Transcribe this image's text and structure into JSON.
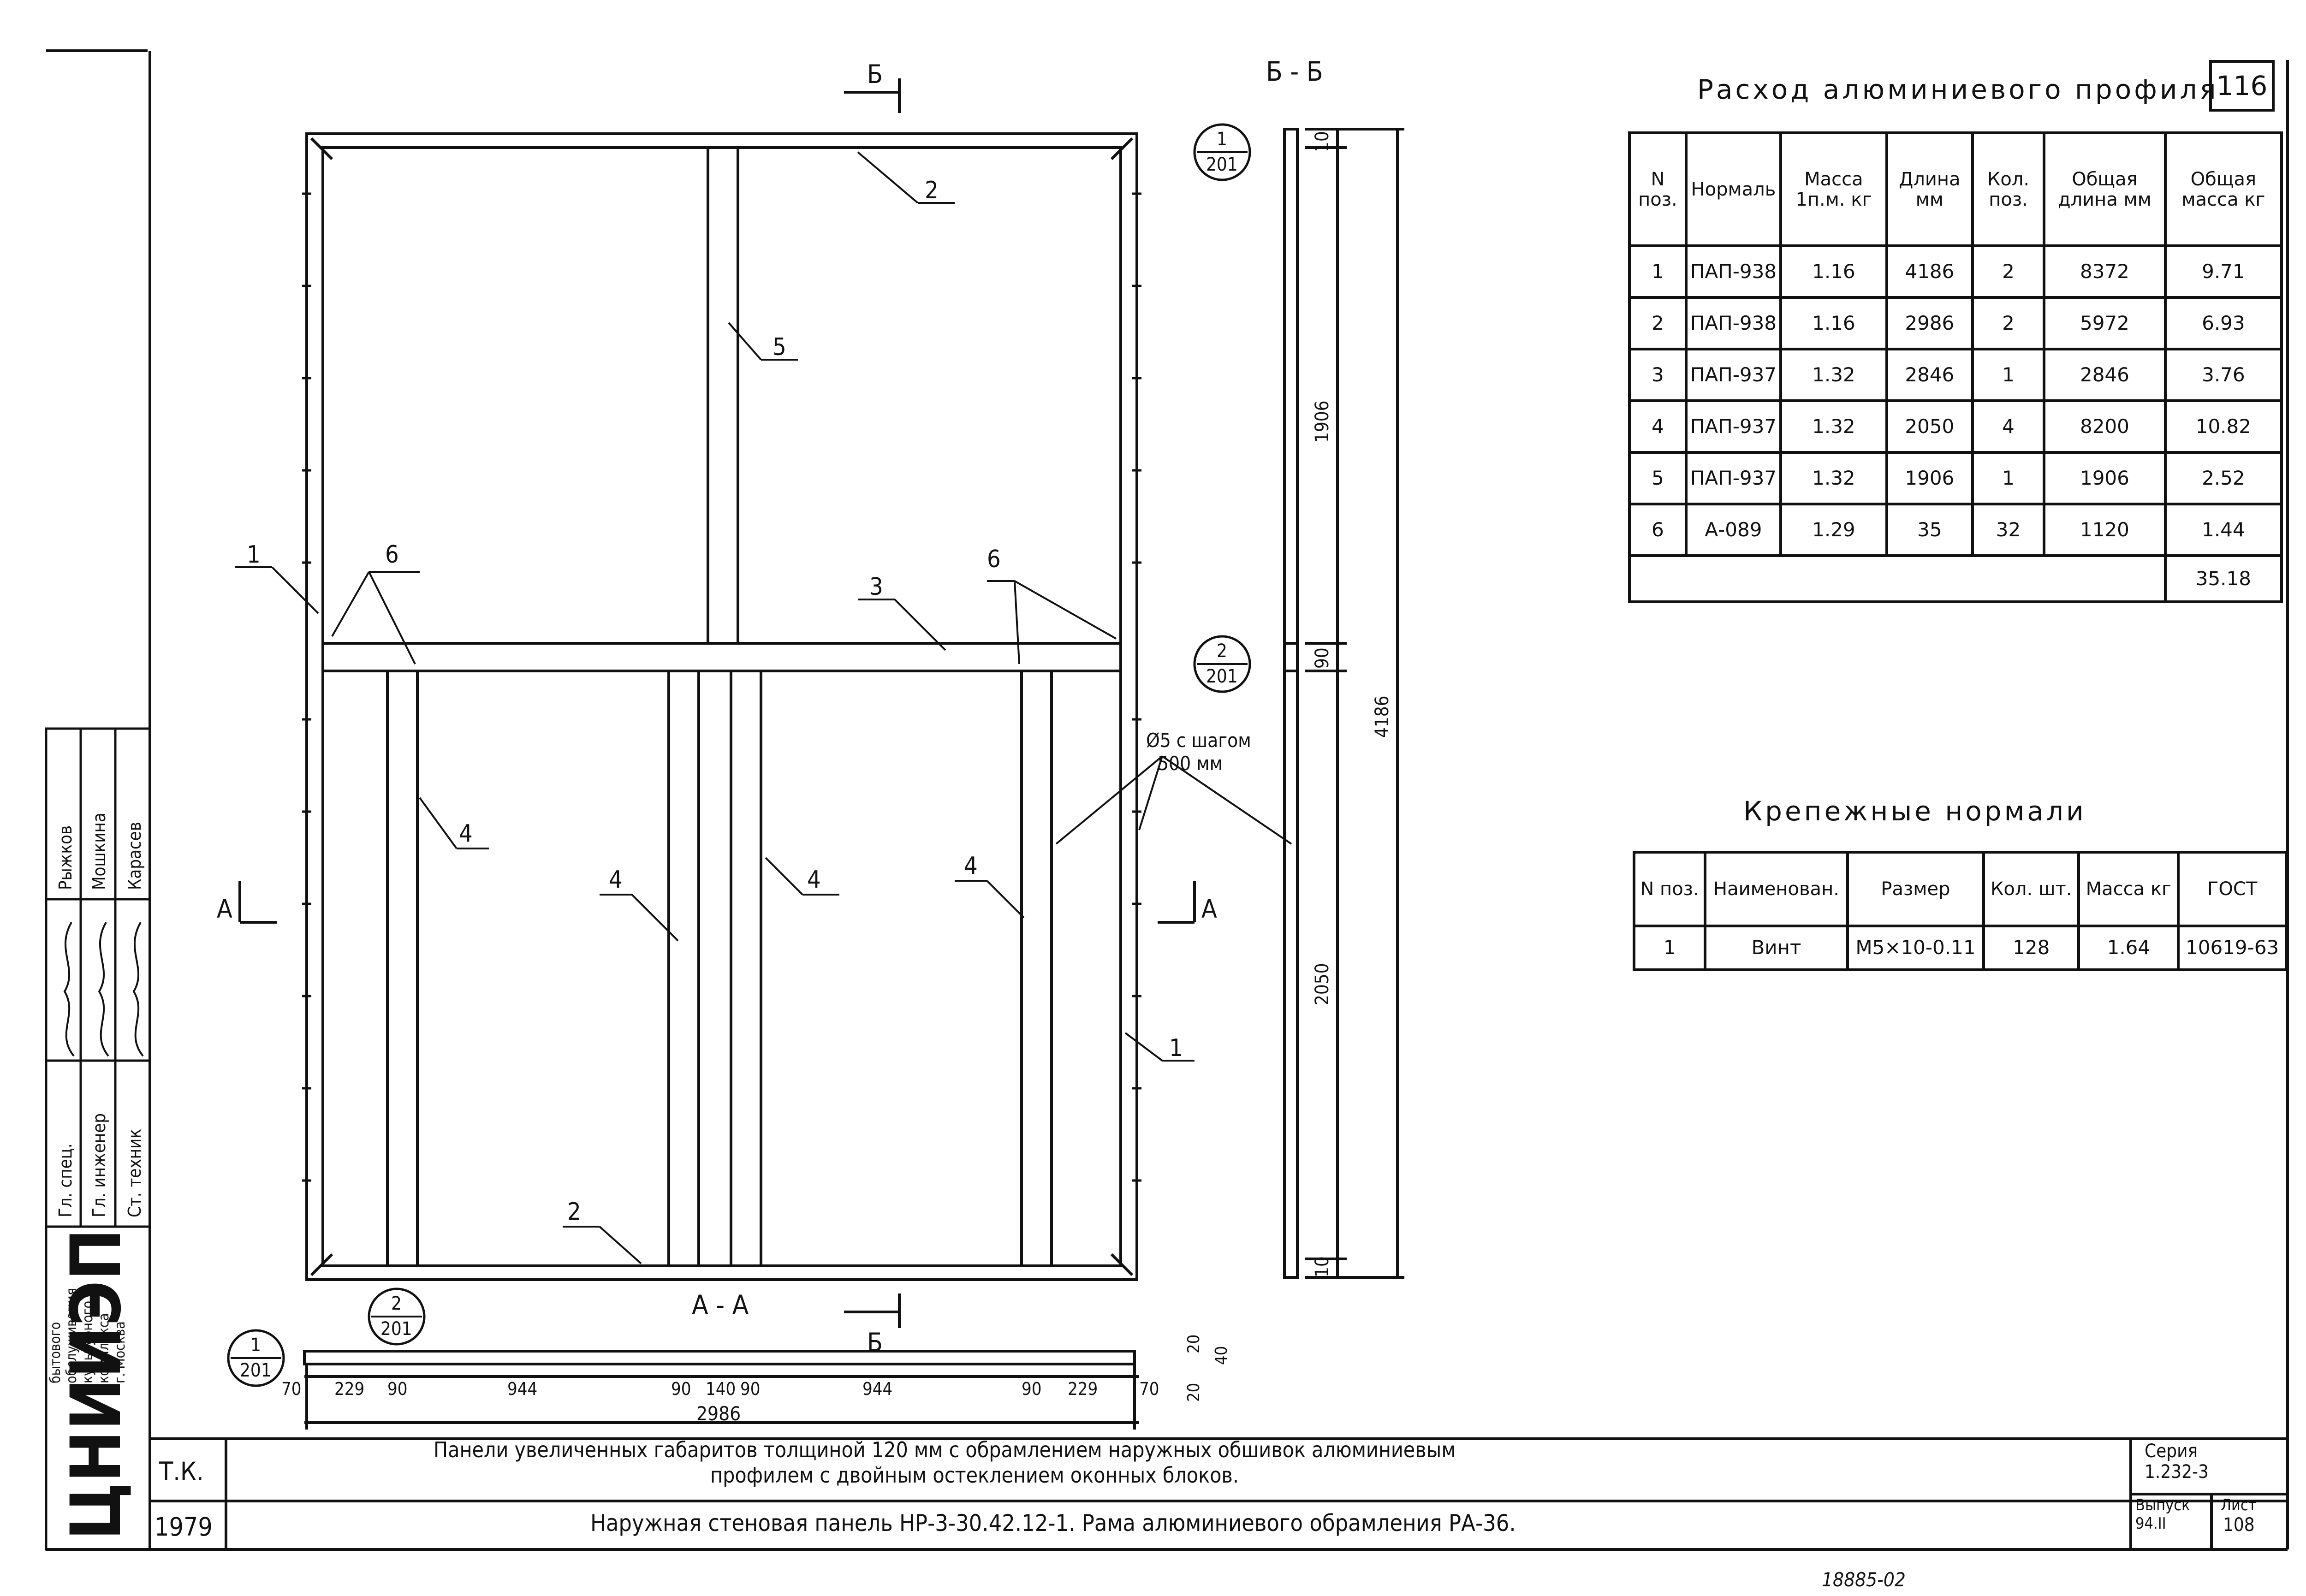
{
  "sheet_number": "116",
  "section_title": "Б - Б",
  "section_marks": {
    "bb": "Б",
    "aa": "А",
    "aa_label": "А - А"
  },
  "callouts": [
    {
      "num": "1",
      "den": "201"
    },
    {
      "num": "2",
      "den": "201"
    }
  ],
  "position_labels": {
    "p1": "1",
    "p2": "2",
    "p3": "3",
    "p4": "4",
    "p5": "5",
    "p6": "6"
  },
  "hole_note": {
    "line1": "Ø5 с шагом",
    "line2": "500 мм"
  },
  "vertical_dims": {
    "top": "10",
    "upper": "1906",
    "mid": "90",
    "lower": "2050",
    "bottom": "10",
    "total": "4186"
  },
  "bottom_dims": [
    "70",
    "229",
    "90",
    "944",
    "90",
    "140",
    "90",
    "944",
    "90",
    "229",
    "70"
  ],
  "bottom_total": "2986",
  "right_dims": {
    "a": "20",
    "b": "40",
    "c": "20"
  },
  "profile_table": {
    "title": "Расход алюминиевого профиля",
    "headers": [
      "N поз.",
      "Нормаль",
      "Масса 1п.м. кг",
      "Длина мм",
      "Кол. поз.",
      "Общая длина мм",
      "Общая масса кг"
    ],
    "rows": [
      [
        "1",
        "ПАП-938",
        "1.16",
        "4186",
        "2",
        "8372",
        "9.71"
      ],
      [
        "2",
        "ПАП-938",
        "1.16",
        "2986",
        "2",
        "5972",
        "6.93"
      ],
      [
        "3",
        "ПАП-937",
        "1.32",
        "2846",
        "1",
        "2846",
        "3.76"
      ],
      [
        "4",
        "ПАП-937",
        "1.32",
        "2050",
        "4",
        "8200",
        "10.82"
      ],
      [
        "5",
        "ПАП-937",
        "1.32",
        "1906",
        "1",
        "1906",
        "2.52"
      ],
      [
        "6",
        "А-089",
        "1.29",
        "35",
        "32",
        "1120",
        "1.44"
      ]
    ],
    "total": "35.18"
  },
  "fastener_table": {
    "title": "Крепежные нормали",
    "headers": [
      "N поз.",
      "Наименован.",
      "Размер",
      "Кол. шт.",
      "Масса кг",
      "ГОСТ"
    ],
    "rows": [
      [
        "1",
        "Винт",
        "М5×10-0.11",
        "128",
        "1.64",
        "10619-63"
      ]
    ]
  },
  "stamp": {
    "org_short": "ЦНИИЭП",
    "org_full": [
      "ЦНИИЭП",
      "бытового",
      "обслуживания",
      "и",
      "культурного",
      "комплекса",
      "г. Москва"
    ],
    "roles": [
      "Гл. спец.",
      "Гл. инженер",
      "Ст. техник"
    ],
    "names": [
      "Рыжков",
      "Мошкина",
      "Карасев"
    ]
  },
  "title_block": {
    "code": "Т.К.",
    "year": "1979",
    "line1": "Панели увеличенных габаритов толщиной 120 мм с обрамлением наружных обшивок алюминиевым",
    "line2": "профилем с двойным остеклением оконных блоков.",
    "sheet_title": "Наружная стеновая панель НР-3-30.42.12-1. Рама алюминиевого обрамления РА-36.",
    "series_label": "Серия",
    "series": "1.232-3",
    "issue_label": "Выпуск",
    "issue": "94.II",
    "sheet_label": "Лист",
    "sheet": "108"
  },
  "footer_note": "18885-02"
}
